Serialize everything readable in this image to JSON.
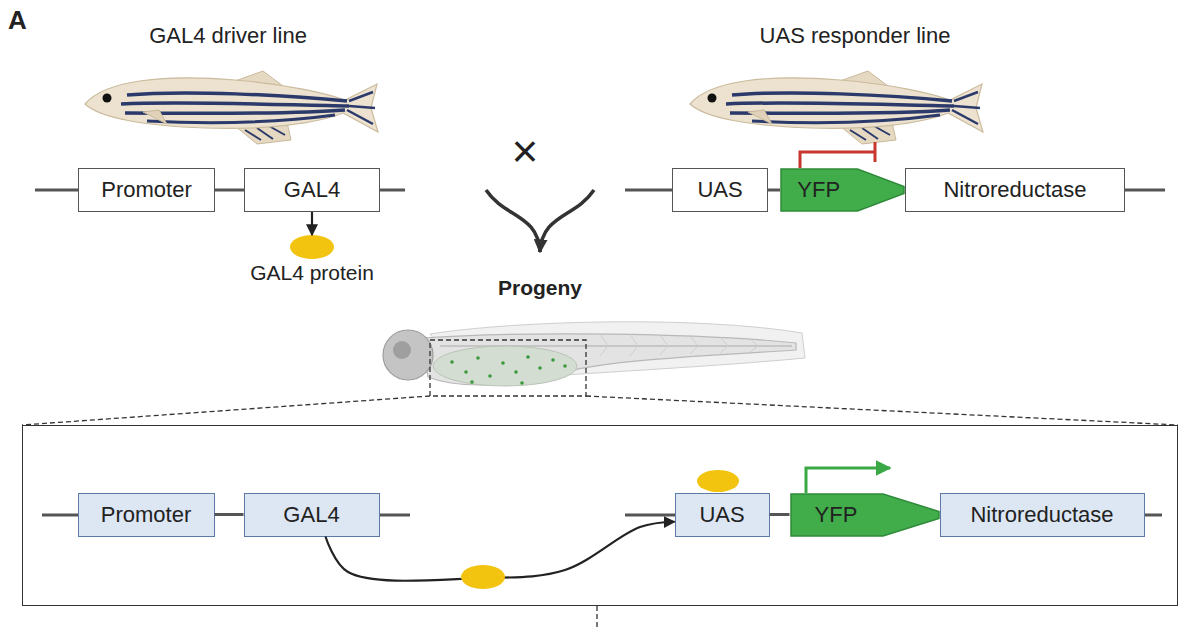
{
  "diagram": {
    "nodes": [
      {
        "text": [
          "Promoter"
        ]
      },
      {
        "text": [
          "GAL4"
        ]
      },
      {
        "text": [
          "UAS"
        ]
      },
      {
        "text": [
          "YFP"
        ]
      },
      {
        "text": [
          "Nitroreductase"
        ]
      },
      {
        "text": [
          "GAL4 protein"
        ]
      },
      {
        "text": []
      },
      {
        "text": [
          "Promoter"
        ],
        "in": 6
      },
      {
        "text": [
          "GAL4"
        ],
        "in": 6
      },
      {
        "text": [
          "UAS"
        ],
        "in": 6
      },
      {
        "text": [
          "YFP"
        ],
        "in": 6
      },
      {
        "text": [
          "Nitroreductase"
        ],
        "in": 6
      }
    ],
    "edges": [
      {
        "from": 0,
        "to": 1,
        "arrow": "none"
      },
      {
        "from": 1,
        "to": 5,
        "arrow": "to"
      },
      {
        "from": 2,
        "to": 3,
        "arrow": "none"
      },
      {
        "from": 7,
        "to": 8,
        "arrow": "none"
      },
      {
        "from": 8,
        "to": 9,
        "arrow": "to"
      },
      {
        "from": 9,
        "to": 10,
        "arrow": "none"
      }
    ],
    "labels": [
      "A",
      "GAL4 driver line",
      "UAS responder line",
      "×",
      "Progeny"
    ]
  }
}
